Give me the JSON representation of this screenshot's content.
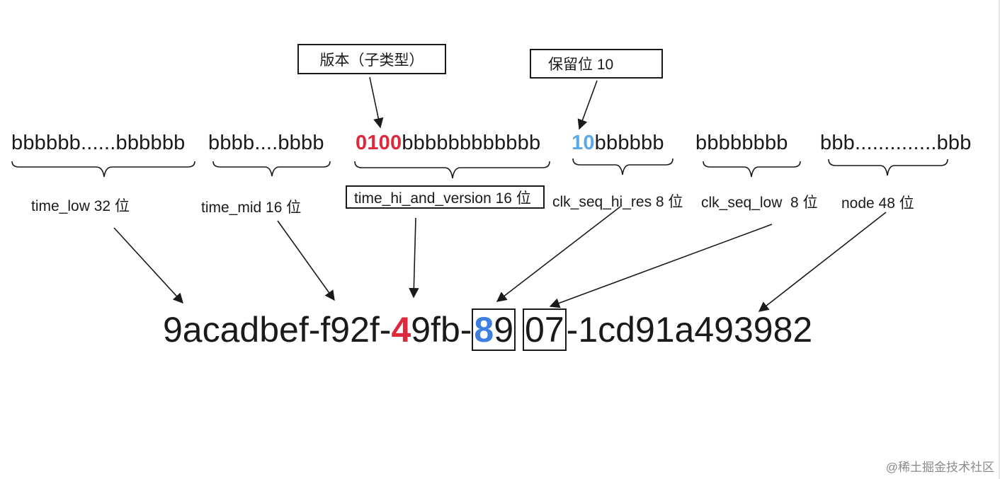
{
  "callouts": {
    "version": "版本（子类型）",
    "reserved": "保留位 10"
  },
  "bits": {
    "time_low": "bbbbbb......bbbbbb",
    "time_mid": "bbbb....bbbb",
    "hi_prefix": "0100",
    "hi_rest": "bbbbbbbbbbbb",
    "seq_prefix": "10",
    "seq_rest": "bbbbbb",
    "seq_low": "bbbbbbbb",
    "node": "bbb..............bbb"
  },
  "labels": {
    "time_low": "time_low 32 位",
    "time_mid": "time_mid 16 位",
    "time_hi": "time_hi_and_version 16 位",
    "clk_seq_hi": "clk_seq_hi_res 8 位",
    "clk_seq_low": "clk_seq_low  8 位",
    "node": "node 48 位"
  },
  "uuid": {
    "p1": "9acadbef-f92f-",
    "version_digit": "4",
    "p2": "9fb-",
    "variant_digit": "8",
    "p3": "9",
    "p4": "07",
    "p5": "-1cd91a493982"
  },
  "watermark": "@稀土掘金技术社区",
  "colors": {
    "version_red": "#e0283c",
    "variant_blue": "#5aa9e6",
    "uuid_variant_blue": "#3e7fe0",
    "line": "#1a1a1a"
  }
}
